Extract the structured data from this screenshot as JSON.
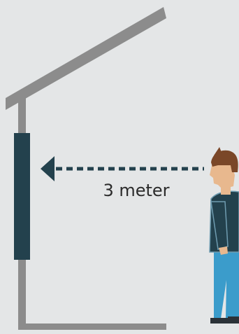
{
  "diagram": {
    "distance_label": "3 meter"
  },
  "colors": {
    "background": "#e4e6e7",
    "structure": "#8c8c8c",
    "panel": "#23414d",
    "arrow": "#23414d",
    "skin": "#e8b88e",
    "hair": "#7a4728",
    "jacket": "#23414d",
    "jacket_outline": "#6f9cb0",
    "jeans": "#3b9ccb",
    "shoes": "#2b3238"
  },
  "icons": [
    "wall-mounted-panel",
    "direction-arrow",
    "standing-person"
  ]
}
